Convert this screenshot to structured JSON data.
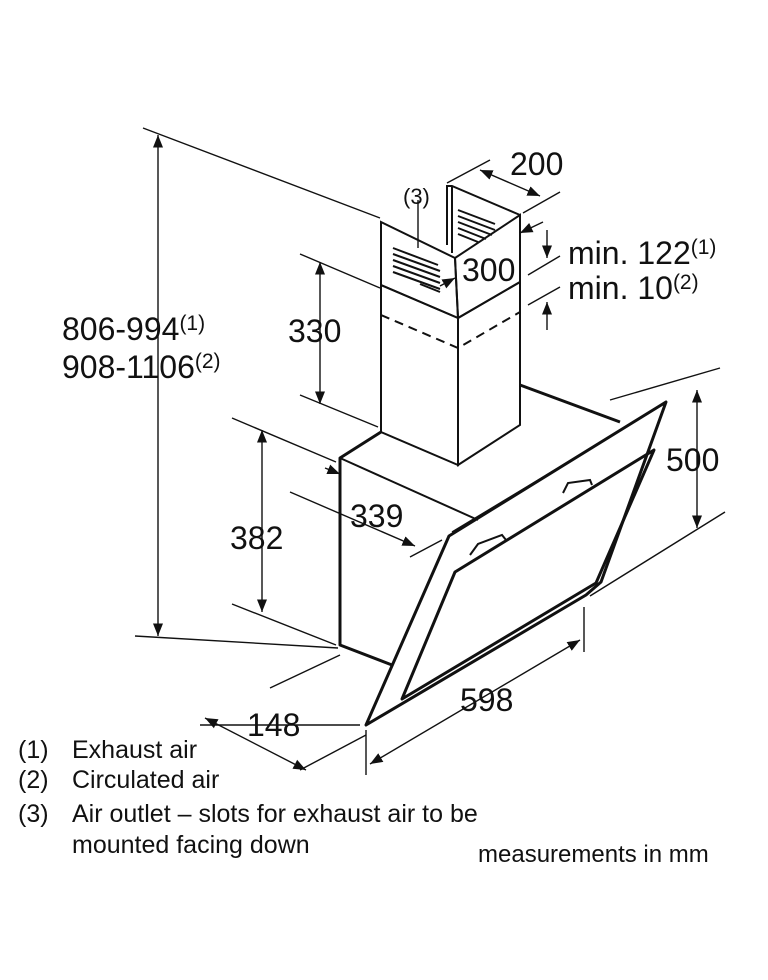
{
  "dimensions": {
    "total_height_exhaust": "806-994",
    "total_height_exhaust_note": "(1)",
    "total_height_circulated": "908-1106",
    "total_height_circulated_note": "(2)",
    "chimney_height": "330",
    "body_height": "382",
    "body_depth": "339",
    "glass_height": "500",
    "width": "598",
    "bottom_depth": "148",
    "chimney_width": "200",
    "chimney_depth": "300",
    "min_exhaust": "min. 122",
    "min_exhaust_note": "(1)",
    "min_circulated": "min. 10",
    "min_circulated_note": "(2)",
    "outlet_callout": "(3)"
  },
  "legend": [
    {
      "key": "(1)",
      "text": "Exhaust air"
    },
    {
      "key": "(2)",
      "text": "Circulated air"
    },
    {
      "key": "(3)",
      "text": "Air outlet – slots for exhaust air to be"
    },
    {
      "key": "",
      "text": "mounted facing down"
    }
  ],
  "units_note": "measurements in mm"
}
